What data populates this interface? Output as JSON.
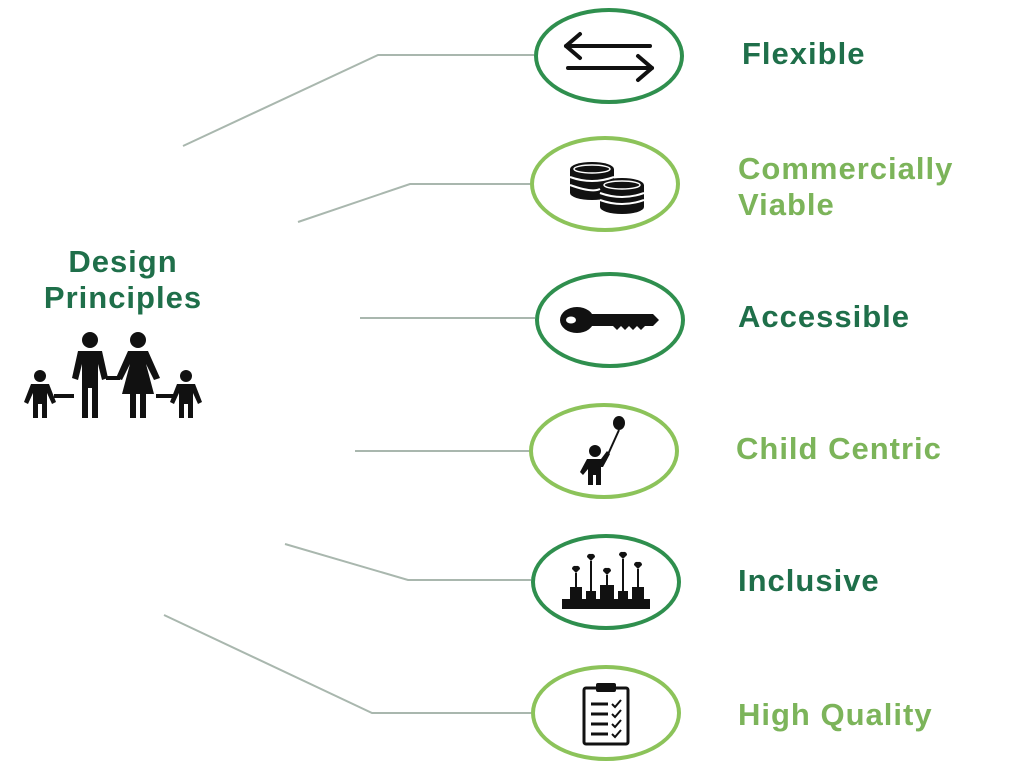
{
  "title": {
    "line1": "Design",
    "line2": "Principles"
  },
  "colors": {
    "dark_green": "#1f6f4a",
    "light_green": "#7cb45a",
    "ring_dark": "#2f8f4e",
    "ring_light": "#8cc35a",
    "connector": "#a9b7ae",
    "icon": "#111111"
  },
  "principles": [
    {
      "label": "Flexible",
      "icon": "swap-arrows-icon"
    },
    {
      "label": "Commercially",
      "label2": "Viable",
      "icon": "coins-icon"
    },
    {
      "label": "Accessible",
      "icon": "key-icon"
    },
    {
      "label": "Child Centric",
      "icon": "child-balloon-icon"
    },
    {
      "label": "Inclusive",
      "icon": "community-icon"
    },
    {
      "label": "High Quality",
      "icon": "checklist-clipboard-icon"
    }
  ],
  "family_icon": "family-icon"
}
